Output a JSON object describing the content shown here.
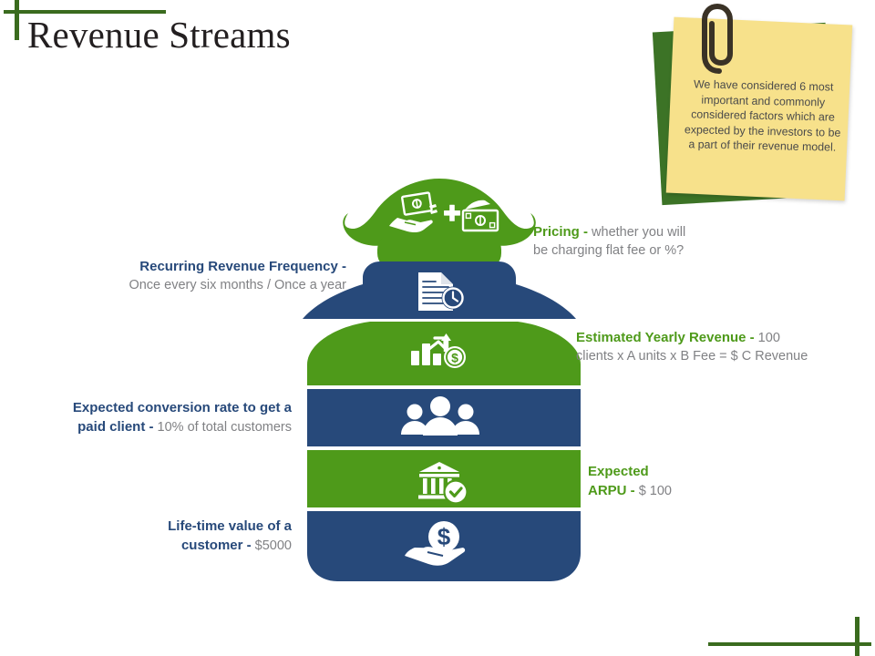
{
  "title": "Revenue Streams",
  "colors": {
    "green": "#4E9A1A",
    "blue": "#27497A",
    "dark_green_accent": "#3A6B1E",
    "note_yellow": "#F7E18B",
    "note_green_back": "#3C7326",
    "gray_text": "#808184"
  },
  "sticky_note": {
    "text": "We have considered 6 most important and commonly considered factors which are expected by the investors to be a part of their revenue model.",
    "clip_icon": "paperclip-icon"
  },
  "bag": {
    "segments": [
      {
        "id": "pricing",
        "color_name": "green",
        "color": "#4E9A1A",
        "icon": "money-hand-plus-cash-icon",
        "label_bold": "Pricing -",
        "label_rest": " whether you will be charging flat fee or %?",
        "label_side": "right",
        "label_color": "#4E9A1A"
      },
      {
        "id": "recurring-revenue-frequency",
        "color_name": "blue",
        "color": "#27497A",
        "icon": "document-clock-icon",
        "label_bold": "Recurring Revenue Frequency -",
        "label_rest": "Once every six months / Once a year",
        "label_side": "left",
        "label_color": "#27497A"
      },
      {
        "id": "estimated-yearly-revenue",
        "color_name": "green",
        "color": "#4E9A1A",
        "icon": "bar-chart-growth-dollar-icon",
        "label_bold": "Estimated Yearly Revenue -",
        "label_rest": " 100 clients x A units x B Fee = $ C Revenue",
        "label_side": "right",
        "label_color": "#4E9A1A"
      },
      {
        "id": "expected-conversion-rate",
        "color_name": "blue",
        "color": "#27497A",
        "icon": "people-group-icon",
        "label_bold": "Expected conversion rate to get a paid client -",
        "label_rest": " 10% of total customers",
        "label_side": "left",
        "label_color": "#27497A"
      },
      {
        "id": "expected-arpu",
        "color_name": "green",
        "color": "#4E9A1A",
        "icon": "bank-check-icon",
        "label_bold": "Expected ARPU -",
        "label_rest": " $ 100",
        "label_side": "right",
        "label_color": "#4E9A1A"
      },
      {
        "id": "life-time-value",
        "color_name": "blue",
        "color": "#27497A",
        "icon": "hand-dollar-coin-icon",
        "label_bold": "Life-time value of a customer -",
        "label_rest": " $5000",
        "label_side": "left",
        "label_color": "#27497A"
      }
    ]
  },
  "labels": {
    "pricing": {
      "bold": "Pricing -",
      "rest": " whether you will",
      "line2": "be charging flat fee or %?"
    },
    "estimated": {
      "bold": "Estimated Yearly Revenue -",
      "rest": " 100",
      "line2": "clients x A units x B Fee = $ C Revenue"
    },
    "arpu": {
      "bold_line1": "Expected",
      "bold_line2": "ARPU -",
      "rest": " $ 100"
    },
    "recurring": {
      "bold": "Recurring Revenue Frequency -",
      "line2": "Once every six months / Once a year"
    },
    "conversion": {
      "bold_line1": "Expected conversion rate to get a",
      "bold_line2": "paid client -",
      "rest": " 10% of total customers"
    },
    "lifetime": {
      "bold_line1": "Life-time value of a",
      "bold_line2": "customer -",
      "rest": " $5000"
    }
  }
}
